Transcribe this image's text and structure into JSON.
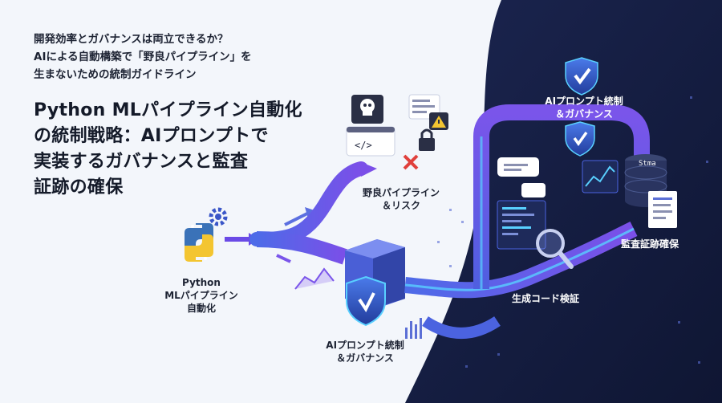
{
  "subtitle": {
    "line1": "開発効率とガバナンスは両立できるか？",
    "line2": "AIによる自動構築で「野良パイプライン」を",
    "line3": "生まないための統制ガイドライン"
  },
  "title": {
    "line1": "Python MLパイプライン自動化",
    "line2": "の統制戦略：AIプロンプトで",
    "line3": "実装するガバナンスと監査",
    "line4": "証跡の確保"
  },
  "labels": {
    "python_l1": "Python",
    "python_l2": "MLパイプライン",
    "python_l3": "自動化",
    "rogue_l1": "野良パイプライン",
    "rogue_l2": "＆リスク",
    "gov_top_l1": "AIプロンプト統制",
    "gov_top_l2": "＆ガバナンス",
    "gov_bottom_l1": "AIプロンプト統制",
    "gov_bottom_l2": "＆ガバナンス",
    "codegen": "生成コード検証",
    "audit": "監査証跡確保",
    "db_tag": "Stma",
    "code_tag": "</>"
  },
  "colors": {
    "navy": "#141d3f",
    "pipe_purple": "#6a4ae6",
    "pipe_blue": "#3f63e0",
    "accent_cyan": "#59d0ff",
    "shield_blue": "#2f5fd6",
    "python_blue": "#3a72b8",
    "python_yellow": "#f3c531",
    "danger_red": "#e0403c"
  },
  "icons": [
    "python-logo-icon",
    "gear-icon",
    "skull-icon",
    "code-icon",
    "warning-icon",
    "lock-icon",
    "cross-icon",
    "shield-check-icon",
    "magnifier-icon",
    "database-icon",
    "document-icon",
    "chat-bubble-icon",
    "chart-icon"
  ]
}
